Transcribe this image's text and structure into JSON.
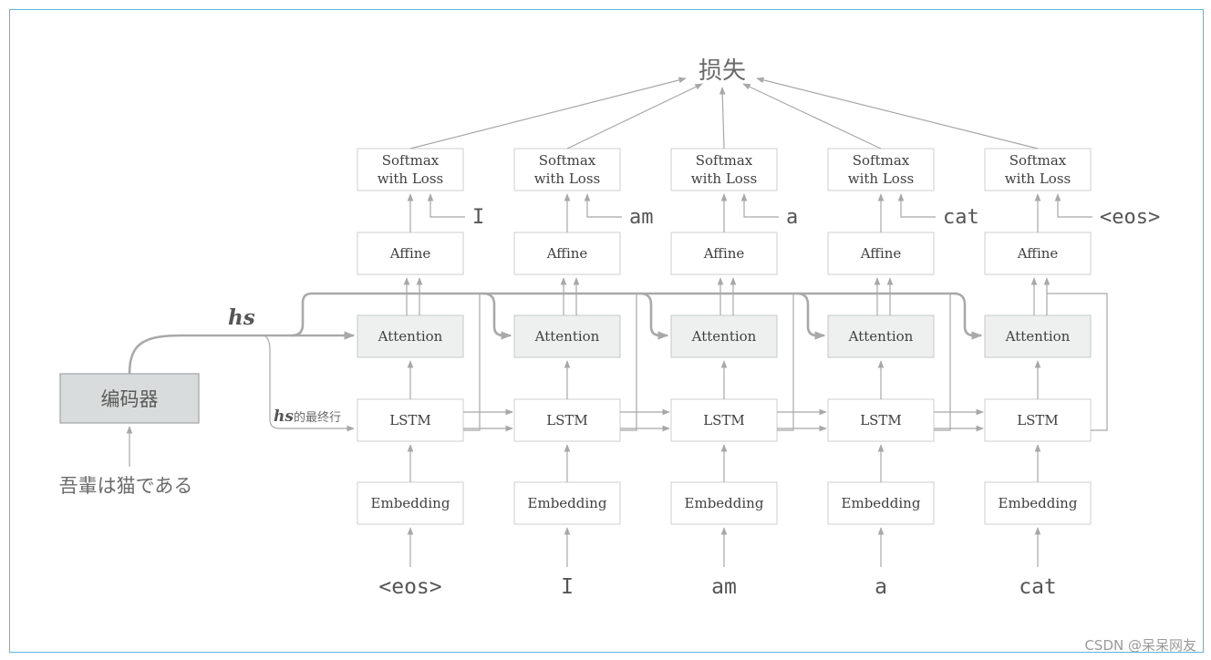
{
  "loss_label": "损失",
  "encoder": {
    "label": "编码器",
    "input": "吾輩は猫である"
  },
  "hs_label": "hs",
  "hs_last_label": {
    "hs": "hs",
    "suffix": "的最终行"
  },
  "decoder_layers": {
    "softmax": [
      "Softmax",
      "with Loss"
    ],
    "affine": "Affine",
    "attention": "Attention",
    "lstm": "LSTM",
    "embedding": "Embedding"
  },
  "inputs": [
    "<eos>",
    "I",
    "am",
    "a",
    "cat"
  ],
  "targets": [
    "I",
    "am",
    "a",
    "cat",
    "<eos>"
  ],
  "colors": {
    "frame": "#58b7d8",
    "shaded_box": "#eef0f0",
    "encoder_box": "#d9dcdc",
    "arrow": "#a8a8a8"
  },
  "watermark": "CSDN @呆呆网友"
}
